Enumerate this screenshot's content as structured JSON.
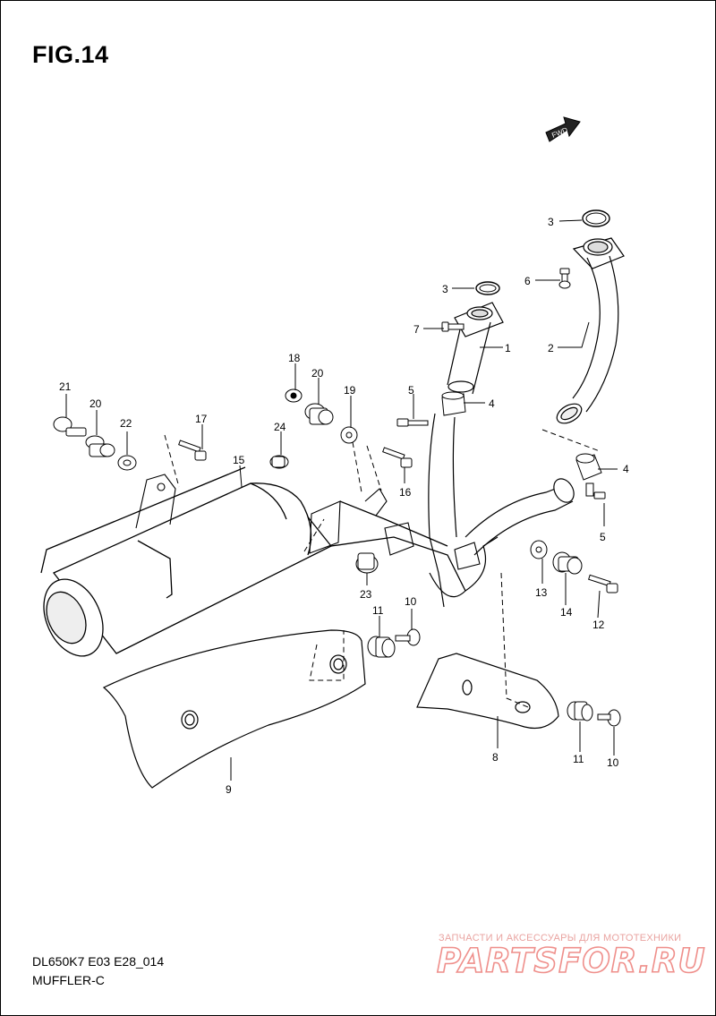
{
  "figure": {
    "title": "FIG.14",
    "model_code": "DL650K7 E03 E28_014",
    "subtitle": "MUFFLER-C",
    "fwd_arrow_text": "FWD"
  },
  "watermark": {
    "tagline": "ЗАПЧАСТИ И АКСЕССУАРЫ ДЛЯ МОТОТЕХНИКИ",
    "logo": "PARTSFOR.RU"
  },
  "callouts": {
    "c1": "1",
    "c2": "2",
    "c3a": "3",
    "c3b": "3",
    "c4a": "4",
    "c4b": "4",
    "c5a": "5",
    "c5b": "5",
    "c6": "6",
    "c7": "7",
    "c8": "8",
    "c9": "9",
    "c10a": "10",
    "c10b": "10",
    "c11a": "11",
    "c11b": "11",
    "c12": "12",
    "c13": "13",
    "c14": "14",
    "c15": "15",
    "c16": "16",
    "c17": "17",
    "c18": "18",
    "c19": "19",
    "c20a": "20",
    "c20b": "20",
    "c21": "21",
    "c22": "22",
    "c23": "23",
    "c24": "24"
  },
  "icons": {
    "fwd_arrow": "direction-arrow-icon"
  }
}
